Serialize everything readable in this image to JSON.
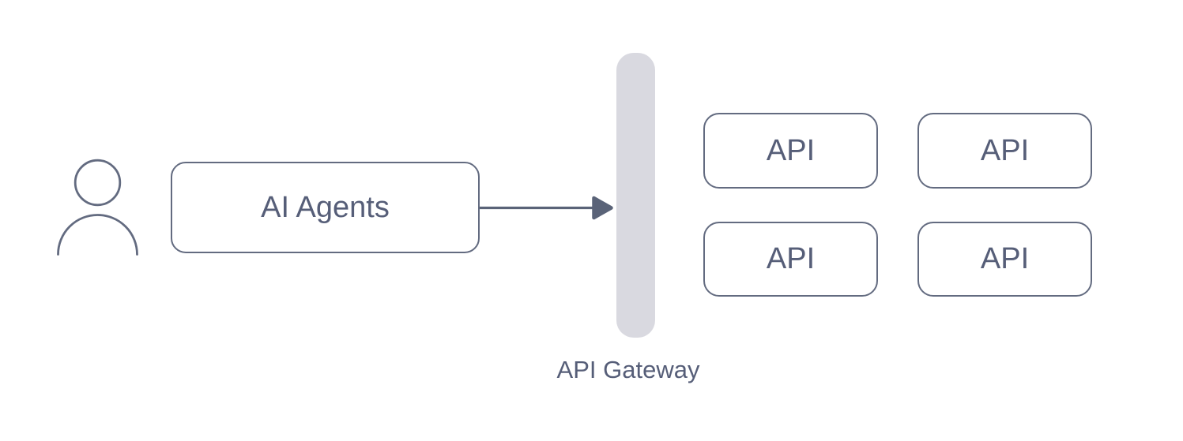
{
  "colors": {
    "stroke": "#636b80",
    "text": "#565e78",
    "bar_fill": "#d9d9e0",
    "arrow": "#5a6378",
    "background": "#ffffff"
  },
  "nodes": {
    "ai_agents": {
      "label": "AI Agents"
    },
    "gateway": {
      "label": "API Gateway"
    }
  },
  "api_boxes": [
    {
      "label": "API"
    },
    {
      "label": "API"
    },
    {
      "label": "API"
    },
    {
      "label": "API"
    }
  ],
  "icons": {
    "user": "user-icon"
  }
}
